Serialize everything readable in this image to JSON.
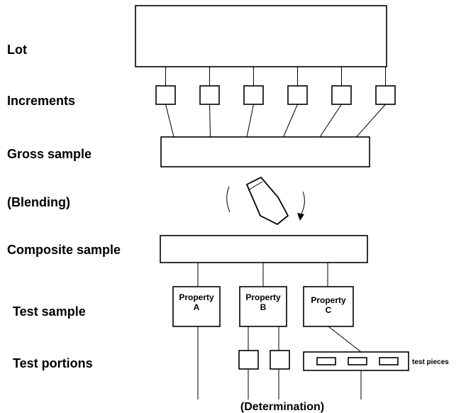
{
  "stages": {
    "lot": "Lot",
    "increments": "Increments",
    "gross_sample": "Gross sample",
    "blending": "(Blending)",
    "composite_sample": "Composite sample",
    "test_sample": "Test sample",
    "test_portions": "Test portions"
  },
  "properties": {
    "a": {
      "line1": "Property",
      "line2": "A"
    },
    "b": {
      "line1": "Property",
      "line2": "B"
    },
    "c": {
      "line1": "Property",
      "line2": "C"
    }
  },
  "test_pieces_label": "test pieces",
  "determination_label": "(Determination)",
  "increment_count": 6,
  "test_piece_count": 3
}
